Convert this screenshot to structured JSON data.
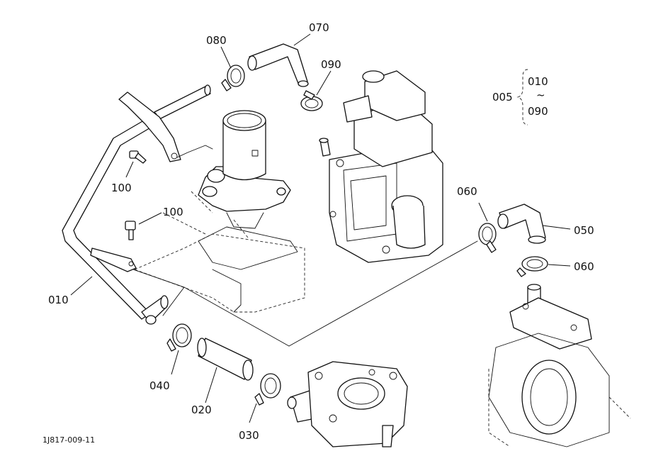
{
  "diagram": {
    "drawing_code": "1J817-009-11",
    "callouts": {
      "p080": "080",
      "p070": "070",
      "p090": "090",
      "p100a": "100",
      "p100b": "100",
      "p010": "010",
      "p060a": "060",
      "p050": "050",
      "p060b": "060",
      "p040": "040",
      "p020": "020",
      "p030": "030"
    },
    "assembly": {
      "parent": "005",
      "range_start": "010",
      "range_sep": "~",
      "range_end": "090"
    }
  }
}
